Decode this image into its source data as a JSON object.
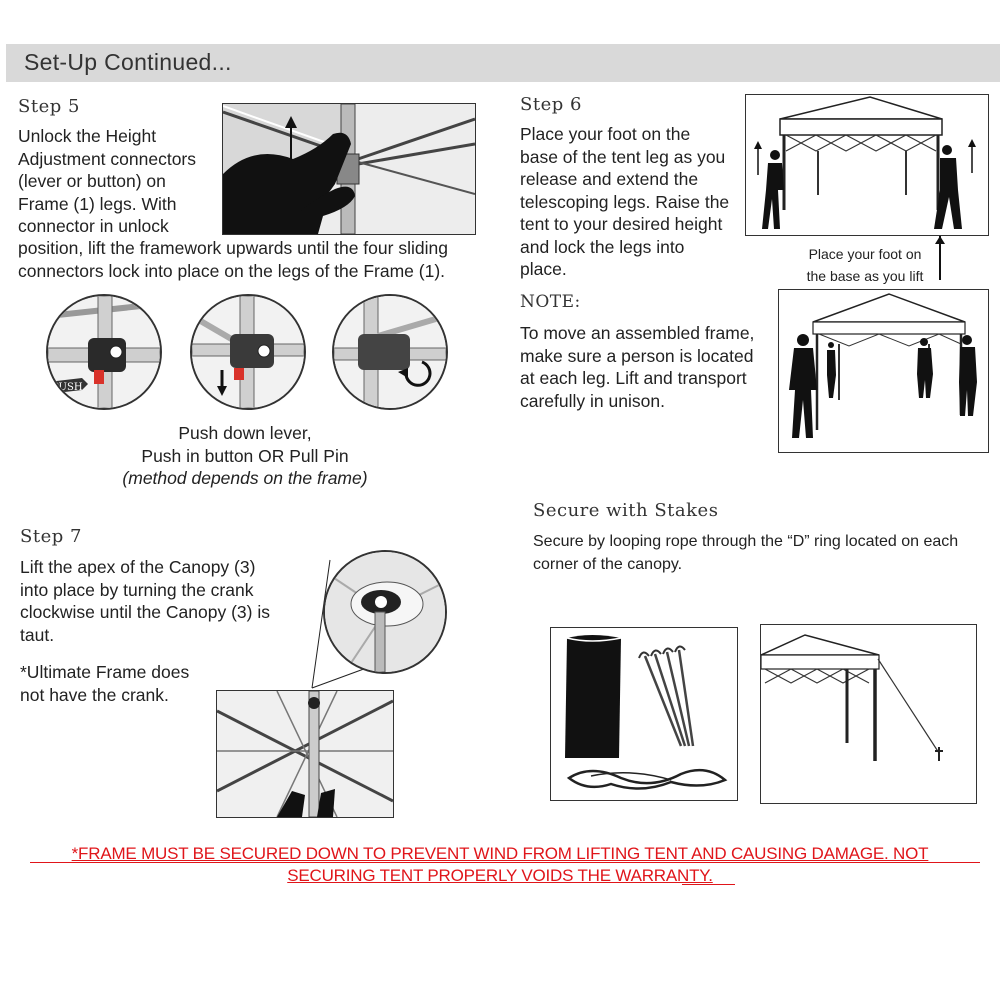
{
  "header": {
    "title": "Set-Up Continued..."
  },
  "step5": {
    "title": "Step 5",
    "text_lines": [
      "Unlock the Height",
      "Adjustment connectors",
      "(lever or button) on",
      "Frame (1) legs. With",
      "connector in unlock"
    ],
    "text_wide": [
      "position, lift the framework upwards until the four sliding",
      "connectors lock into place on the legs of the Frame (1)."
    ],
    "push_label": "PUSH",
    "caption_lines": [
      "Push down lever,",
      "Push in button OR Pull Pin"
    ],
    "caption_note": "(method depends on the frame)"
  },
  "step6": {
    "title": "Step 6",
    "text_lines": [
      "Place your foot on the",
      "base of the tent leg as you",
      "release and extend the",
      "telescoping legs. Raise the",
      "tent to your desired height",
      "and lock the legs into",
      "place."
    ],
    "image_caption": [
      "Place your foot on",
      "the base as you lift"
    ],
    "note_title": "NOTE:",
    "note_lines": [
      "To move an assembled frame,",
      "make sure a person is located",
      "at each leg. Lift and transport",
      "carefully in unison."
    ]
  },
  "step7": {
    "title": "Step 7",
    "text_lines": [
      "Lift the apex of the Canopy (3)",
      "into place by turning the crank",
      "clockwise until the Canopy (3) is",
      "taut."
    ],
    "note_lines": [
      "*Ultimate Frame does",
      "not have the crank."
    ]
  },
  "stakes": {
    "title": "Secure with Stakes",
    "text_lines": [
      "Secure by looping rope through the “D” ring located on each",
      "corner of the canopy."
    ]
  },
  "warning": {
    "line1": "*FRAME MUST BE SECURED DOWN TO PREVENT WIND FROM LIFTING TENT AND CAUSING DAMAGE. NOT",
    "line2": "SECURING TENT PROPERLY VOIDS THE WARRANTY."
  },
  "colors": {
    "header_bg": "#d9d9d9",
    "warning": "#e0151a",
    "push_button": "#d9322a"
  }
}
